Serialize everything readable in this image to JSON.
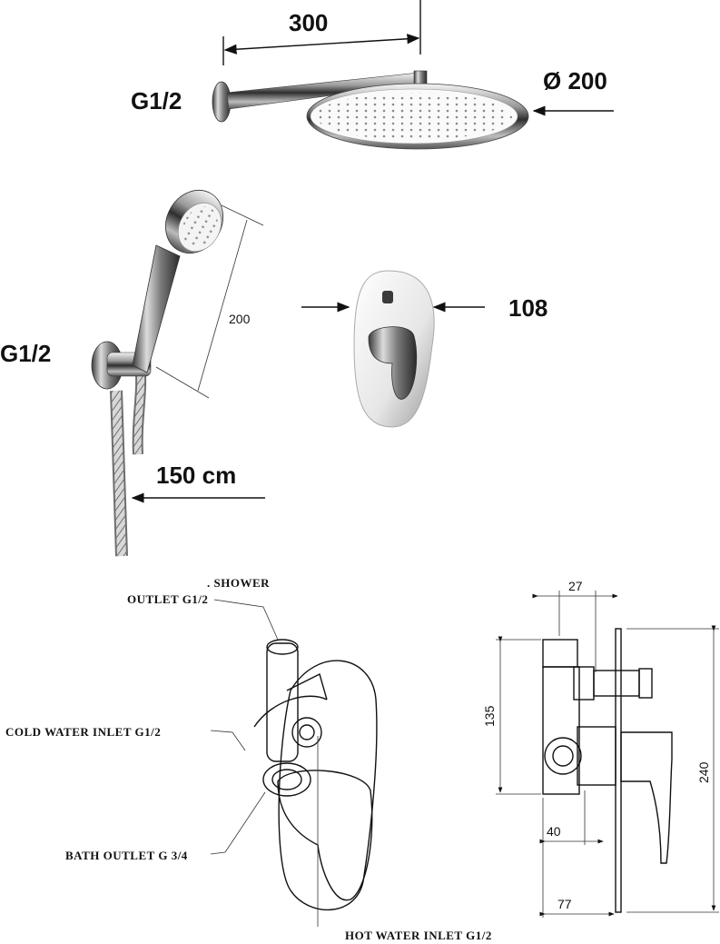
{
  "rain_shower": {
    "arm_length": "300",
    "thread": "G1/2",
    "diameter": "Ø 200"
  },
  "hand_shower": {
    "thread": "G1/2",
    "length": "200",
    "hose_length": "150 cm"
  },
  "mixer_plate": {
    "width": "108"
  },
  "valve_side_view": {
    "shower_outlet_line1": ". SHOWER",
    "shower_outlet_line2": "OUTLET  G1/2",
    "cold_inlet": "COLD WATER INLET  G1/2",
    "bath_outlet": "BATH OUTLET G 3/4",
    "hot_inlet": "HOT WATER INLET G1/2"
  },
  "valve_dimensions": {
    "d27": "27",
    "d135": "135",
    "d240": "240",
    "d40": "40",
    "d77": "77"
  }
}
